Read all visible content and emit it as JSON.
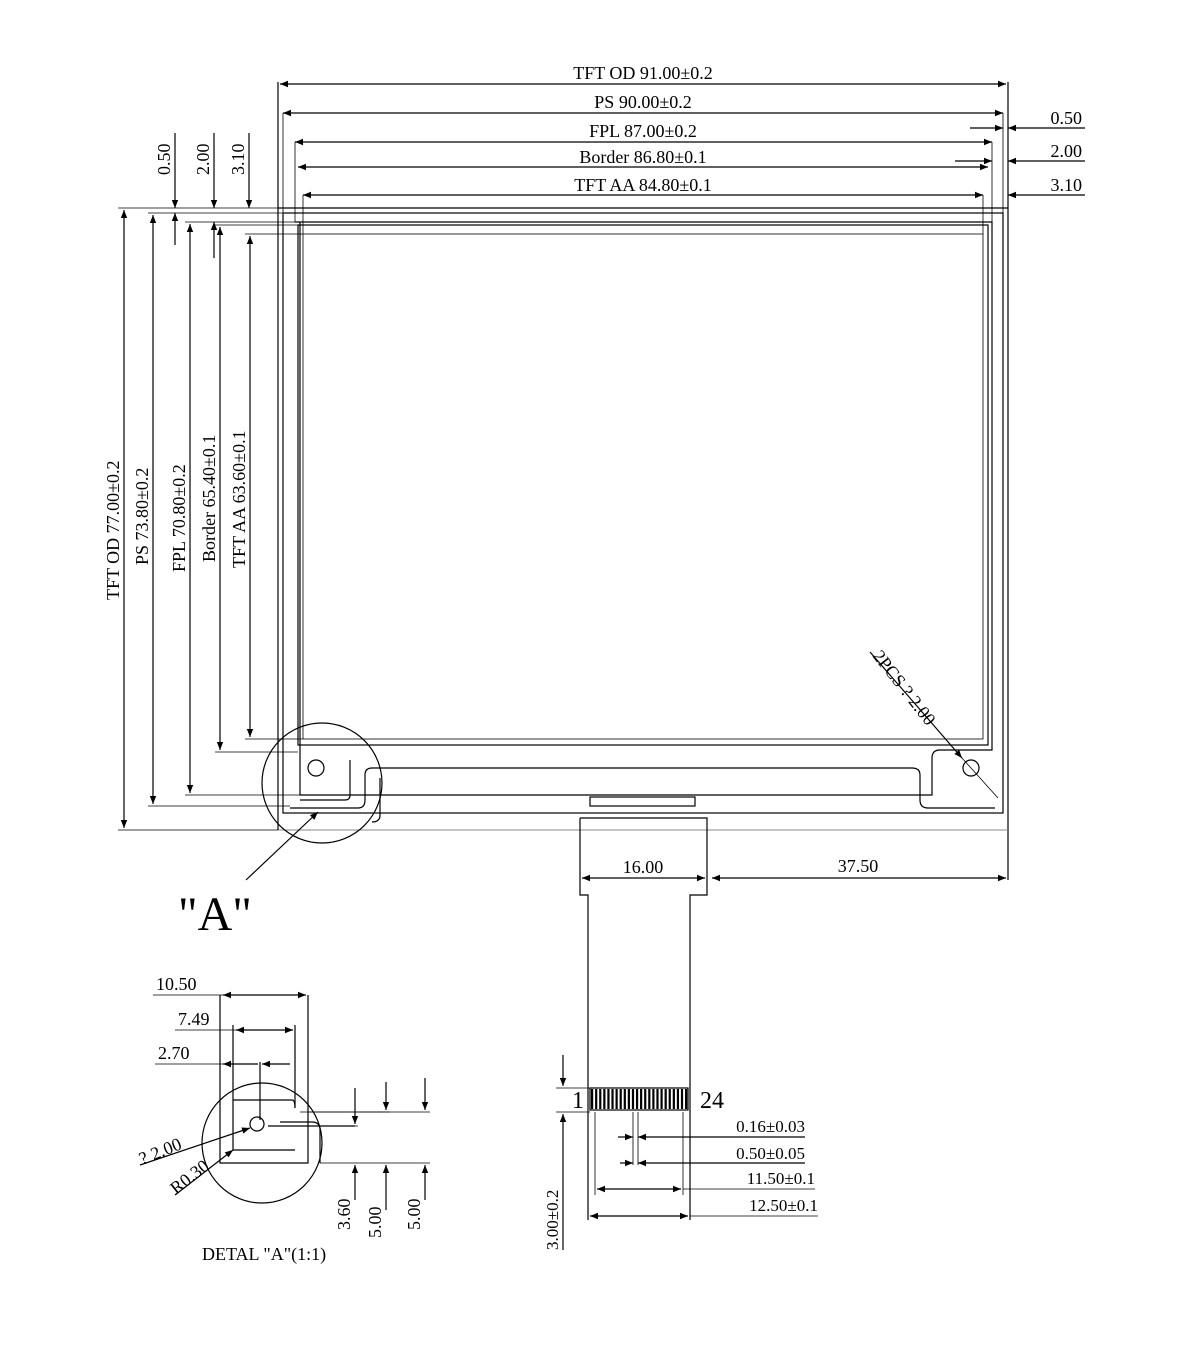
{
  "dims": {
    "top": {
      "tft_od": "TFT OD 91.00±0.2",
      "ps": "PS 90.00±0.2",
      "fpl": "FPL 87.00±0.2",
      "border": "Border 86.80±0.1",
      "tft_aa": "TFT AA 84.80±0.1"
    },
    "right_offsets": [
      "0.50",
      "2.00",
      "3.10"
    ],
    "top_offsets": [
      "0.50",
      "2.00",
      "3.10"
    ],
    "left": {
      "tft_od": "TFT OD 77.00±0.2",
      "ps": "PS 73.80±0.2",
      "fpl": "FPL 70.80±0.2",
      "border": "Border 65.40±0.1",
      "tft_aa": "TFT AA 63.60±0.1"
    },
    "holes": "2PCS ? 2.00",
    "fpc_width": "16.00",
    "fpc_offset": "37.50"
  },
  "detail": {
    "callout": "\"A\"",
    "label": "DETAL \"A\"(1:1)",
    "w1": "10.50",
    "w2": "7.49",
    "w3": "2.70",
    "hole": "? 2.00",
    "radius": "R0.30",
    "h1": "3.60",
    "h2": "5.00",
    "h3": "5.00"
  },
  "connector": {
    "pin_first": "1",
    "pin_last": "24",
    "pin_width": "0.16±0.03",
    "pitch": "0.50±0.05",
    "span": "11.50±0.1",
    "total": "12.50±0.1",
    "tail": "3.00±0.2"
  }
}
